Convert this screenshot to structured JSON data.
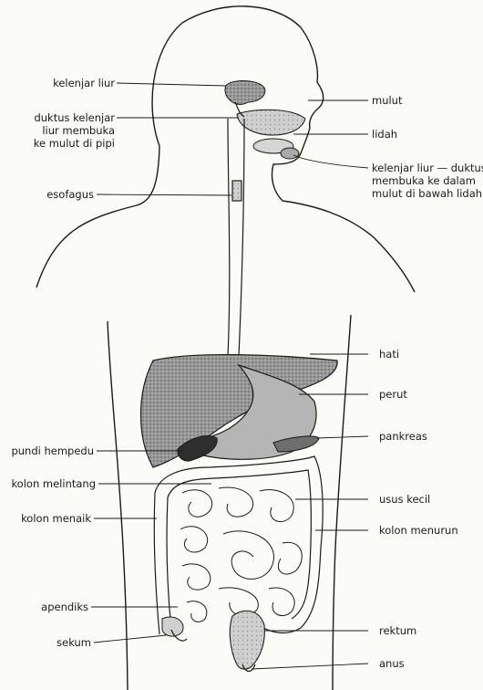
{
  "labels_left": [
    {
      "id": "kelenjar-liur",
      "text": "kelenjar liur"
    },
    {
      "id": "duktus-kelenjar",
      "text": "duktus kelenjar\nliur membuka\nke mulut di pipi"
    },
    {
      "id": "esofagus",
      "text": "esofagus"
    },
    {
      "id": "pundi-hempedu",
      "text": "pundi hempedu"
    },
    {
      "id": "kolon-melintang",
      "text": "kolon melintang"
    },
    {
      "id": "kolon-menaik",
      "text": "kolon menaik"
    },
    {
      "id": "apendiks",
      "text": "apendiks"
    },
    {
      "id": "sekum",
      "text": "sekum"
    }
  ],
  "labels_right": [
    {
      "id": "mulut",
      "text": "mulut"
    },
    {
      "id": "lidah",
      "text": "lidah"
    },
    {
      "id": "kelenjar-liur-bawah",
      "text": "kelenjar liur — duktus\nmembuka ke dalam\nmulut di bawah lidah"
    },
    {
      "id": "hati",
      "text": "hati"
    },
    {
      "id": "perut",
      "text": "perut"
    },
    {
      "id": "pankreas",
      "text": "pankreas"
    },
    {
      "id": "usus-kecil",
      "text": "usus kecil"
    },
    {
      "id": "kolon-menurun",
      "text": "kolon menurun"
    },
    {
      "id": "rektum",
      "text": "rektum"
    },
    {
      "id": "anus",
      "text": "anus"
    }
  ],
  "colors": {
    "ink": "#1a1a1a",
    "organ_fill": "#8c8c8c",
    "organ_light": "#c9c9c9",
    "organ_dark": "#3a3a3a"
  }
}
